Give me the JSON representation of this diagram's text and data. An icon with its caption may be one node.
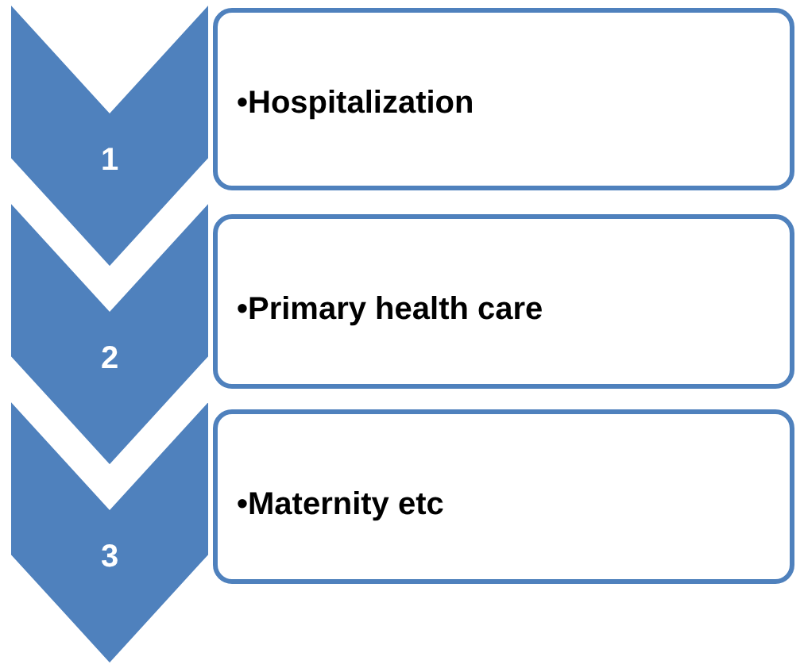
{
  "diagram": {
    "nodes": [
      {
        "text": [
          "•Hospitalization"
        ]
      },
      {
        "text": [
          "•Primary health care"
        ]
      },
      {
        "text": [
          "•Maternity etc"
        ]
      },
      {
        "text": [
          "1"
        ]
      },
      {
        "text": [
          "2"
        ]
      },
      {
        "text": [
          "3"
        ]
      }
    ]
  }
}
